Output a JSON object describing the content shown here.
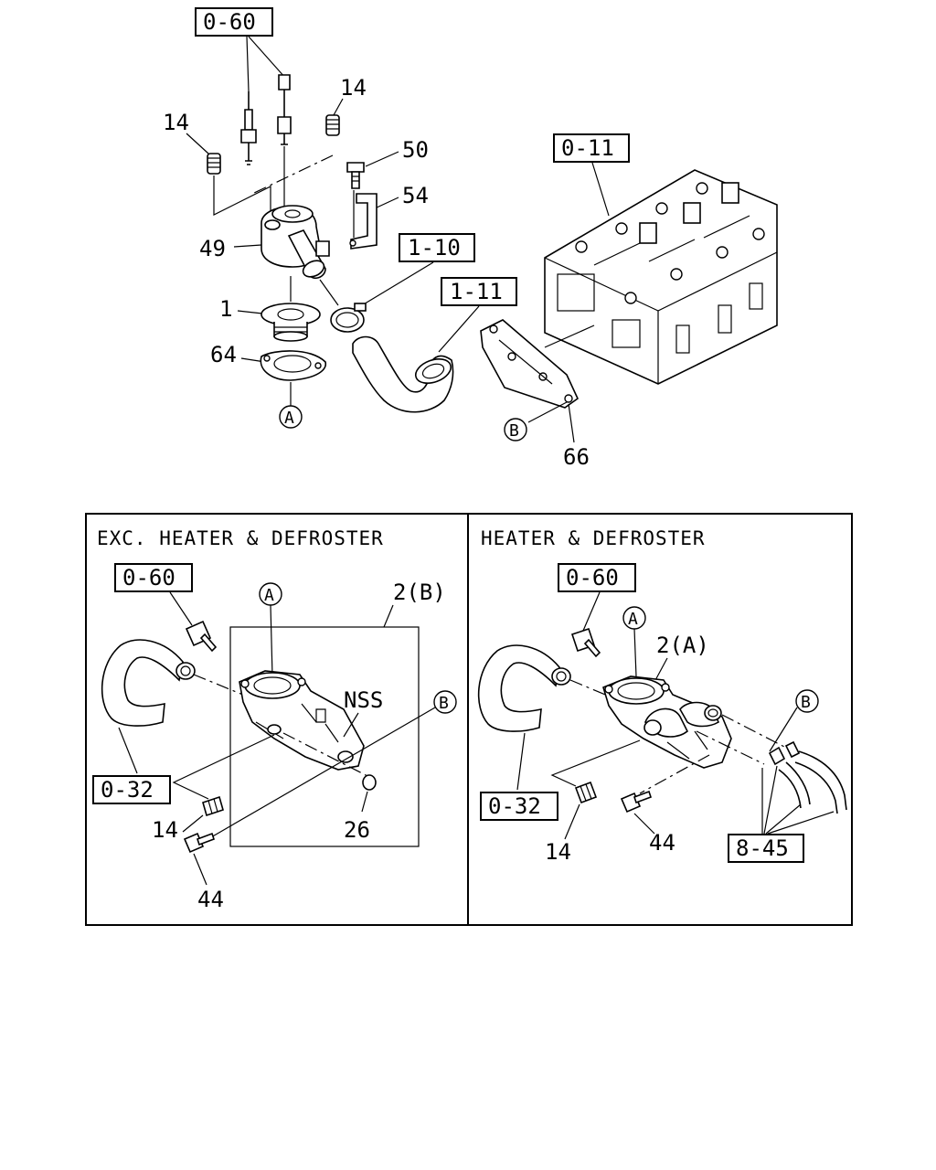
{
  "top": {
    "ref_0_60": "0-60",
    "ref_0_11": "0-11",
    "ref_1_10": "1-10",
    "ref_1_11": "1-11",
    "label_14_left": "14",
    "label_14_right": "14",
    "label_50": "50",
    "label_54": "54",
    "label_49": "49",
    "label_1": "1",
    "label_64": "64",
    "label_66": "66",
    "marker_a": "A",
    "marker_b": "B"
  },
  "left_panel": {
    "title": "EXC. HEATER & DEFROSTER",
    "ref_0_60": "0-60",
    "ref_0_32": "0-32",
    "label_2b": "2(B)",
    "label_nss": "NSS",
    "label_14": "14",
    "label_26": "26",
    "label_44": "44",
    "marker_a": "A",
    "marker_b": "B"
  },
  "right_panel": {
    "title": "HEATER & DEFROSTER",
    "ref_0_60": "0-60",
    "ref_0_32": "0-32",
    "ref_8_45": "8-45",
    "label_2a": "2(A)",
    "label_14": "14",
    "label_44": "44",
    "marker_a": "A",
    "marker_b": "B"
  }
}
